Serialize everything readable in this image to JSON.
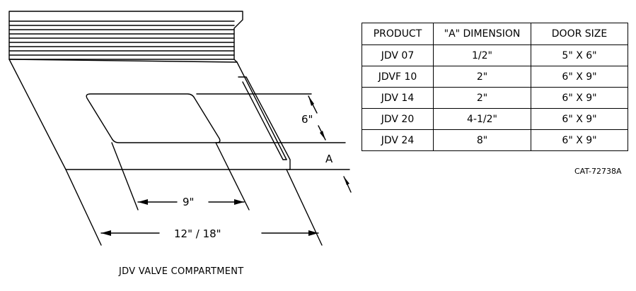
{
  "diagram": {
    "dim_door_height": "6\"",
    "dim_a": "A",
    "dim_door_width": "9\"",
    "dim_overall_width": "12\" / 18\""
  },
  "table": {
    "headers": [
      "PRODUCT",
      "\"A\" DIMENSION",
      "DOOR SIZE"
    ],
    "rows": [
      [
        "JDV 07",
        "1/2\"",
        "5\" X 6\""
      ],
      [
        "JDVF 10",
        "2\"",
        "6\" X 9\""
      ],
      [
        "JDV 14",
        "2\"",
        "6\" X 9\""
      ],
      [
        "JDV 20",
        "4-1/2\"",
        "6\" X 9\""
      ],
      [
        "JDV 24",
        "8\"",
        "6\" X 9\""
      ]
    ]
  },
  "catalog_number": "CAT-72738A",
  "caption": "JDV VALVE COMPARTMENT"
}
